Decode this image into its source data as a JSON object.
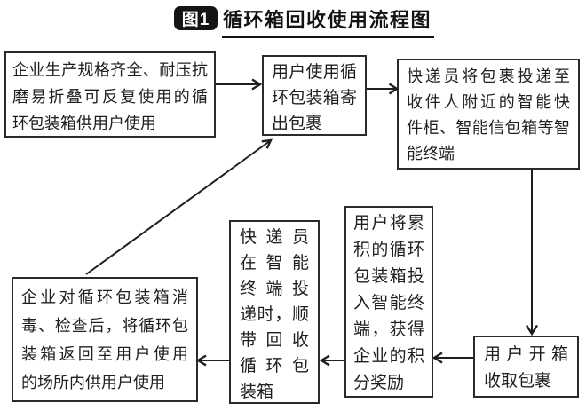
{
  "title": {
    "badge": "图1",
    "text": "循环箱回收使用流程图"
  },
  "colors": {
    "ink": "#1f1f1f",
    "background": "#ffffff",
    "badge_bg": "#141414",
    "badge_text": "#ffffff"
  },
  "flow": {
    "boxes": [
      {
        "id": "produce",
        "text": "企业生产规格齐全、耐压抗磨易折叠可反复使用的循环包装箱供用户使用",
        "lines": [
          "企业生产规格齐全、耐压抗",
          "磨易折叠可反复使用的循",
          "环包装箱供用户使用"
        ]
      },
      {
        "id": "send",
        "text": "用户使用循环包装箱寄出包裹",
        "lines": [
          "用户使用循",
          "环包装箱寄",
          "出包裹"
        ]
      },
      {
        "id": "deliver",
        "text": "快递员将包裹投递至收件人附近的智能快件柜、智能信包箱等智能终端",
        "lines": [
          "快递员将包裹投递至",
          "收件人附近的智能快",
          "件柜、智能信包箱等智",
          "能终端"
        ]
      },
      {
        "id": "open",
        "text": "用户开箱收取包裹",
        "lines": [
          "用户开箱",
          "收取包裹"
        ]
      },
      {
        "id": "deposit",
        "text": "用户将累积的循环包装箱投入智能终端，获得企业的积分奖励",
        "lines": [
          "用户将累",
          "积的循环",
          "包装箱投",
          "入智能终",
          "端，获得",
          "企业的积",
          "分奖励"
        ]
      },
      {
        "id": "collect",
        "text": "快递员在智能终端投递时，顺带回收循环包装箱",
        "lines": [
          "快递员",
          "在智能",
          "终端投",
          "递时，顺",
          "带回收",
          "循环包",
          "装箱"
        ]
      },
      {
        "id": "return",
        "text": "企业对循环包装箱消毒、检查后，将循环包装箱返回至用户使用的场所内供用户使用",
        "lines": [
          "企业对循环包装箱消",
          "毒、检查后，将循环包",
          "装箱返回至用户使用",
          "的场所内供用户使用"
        ]
      }
    ]
  }
}
